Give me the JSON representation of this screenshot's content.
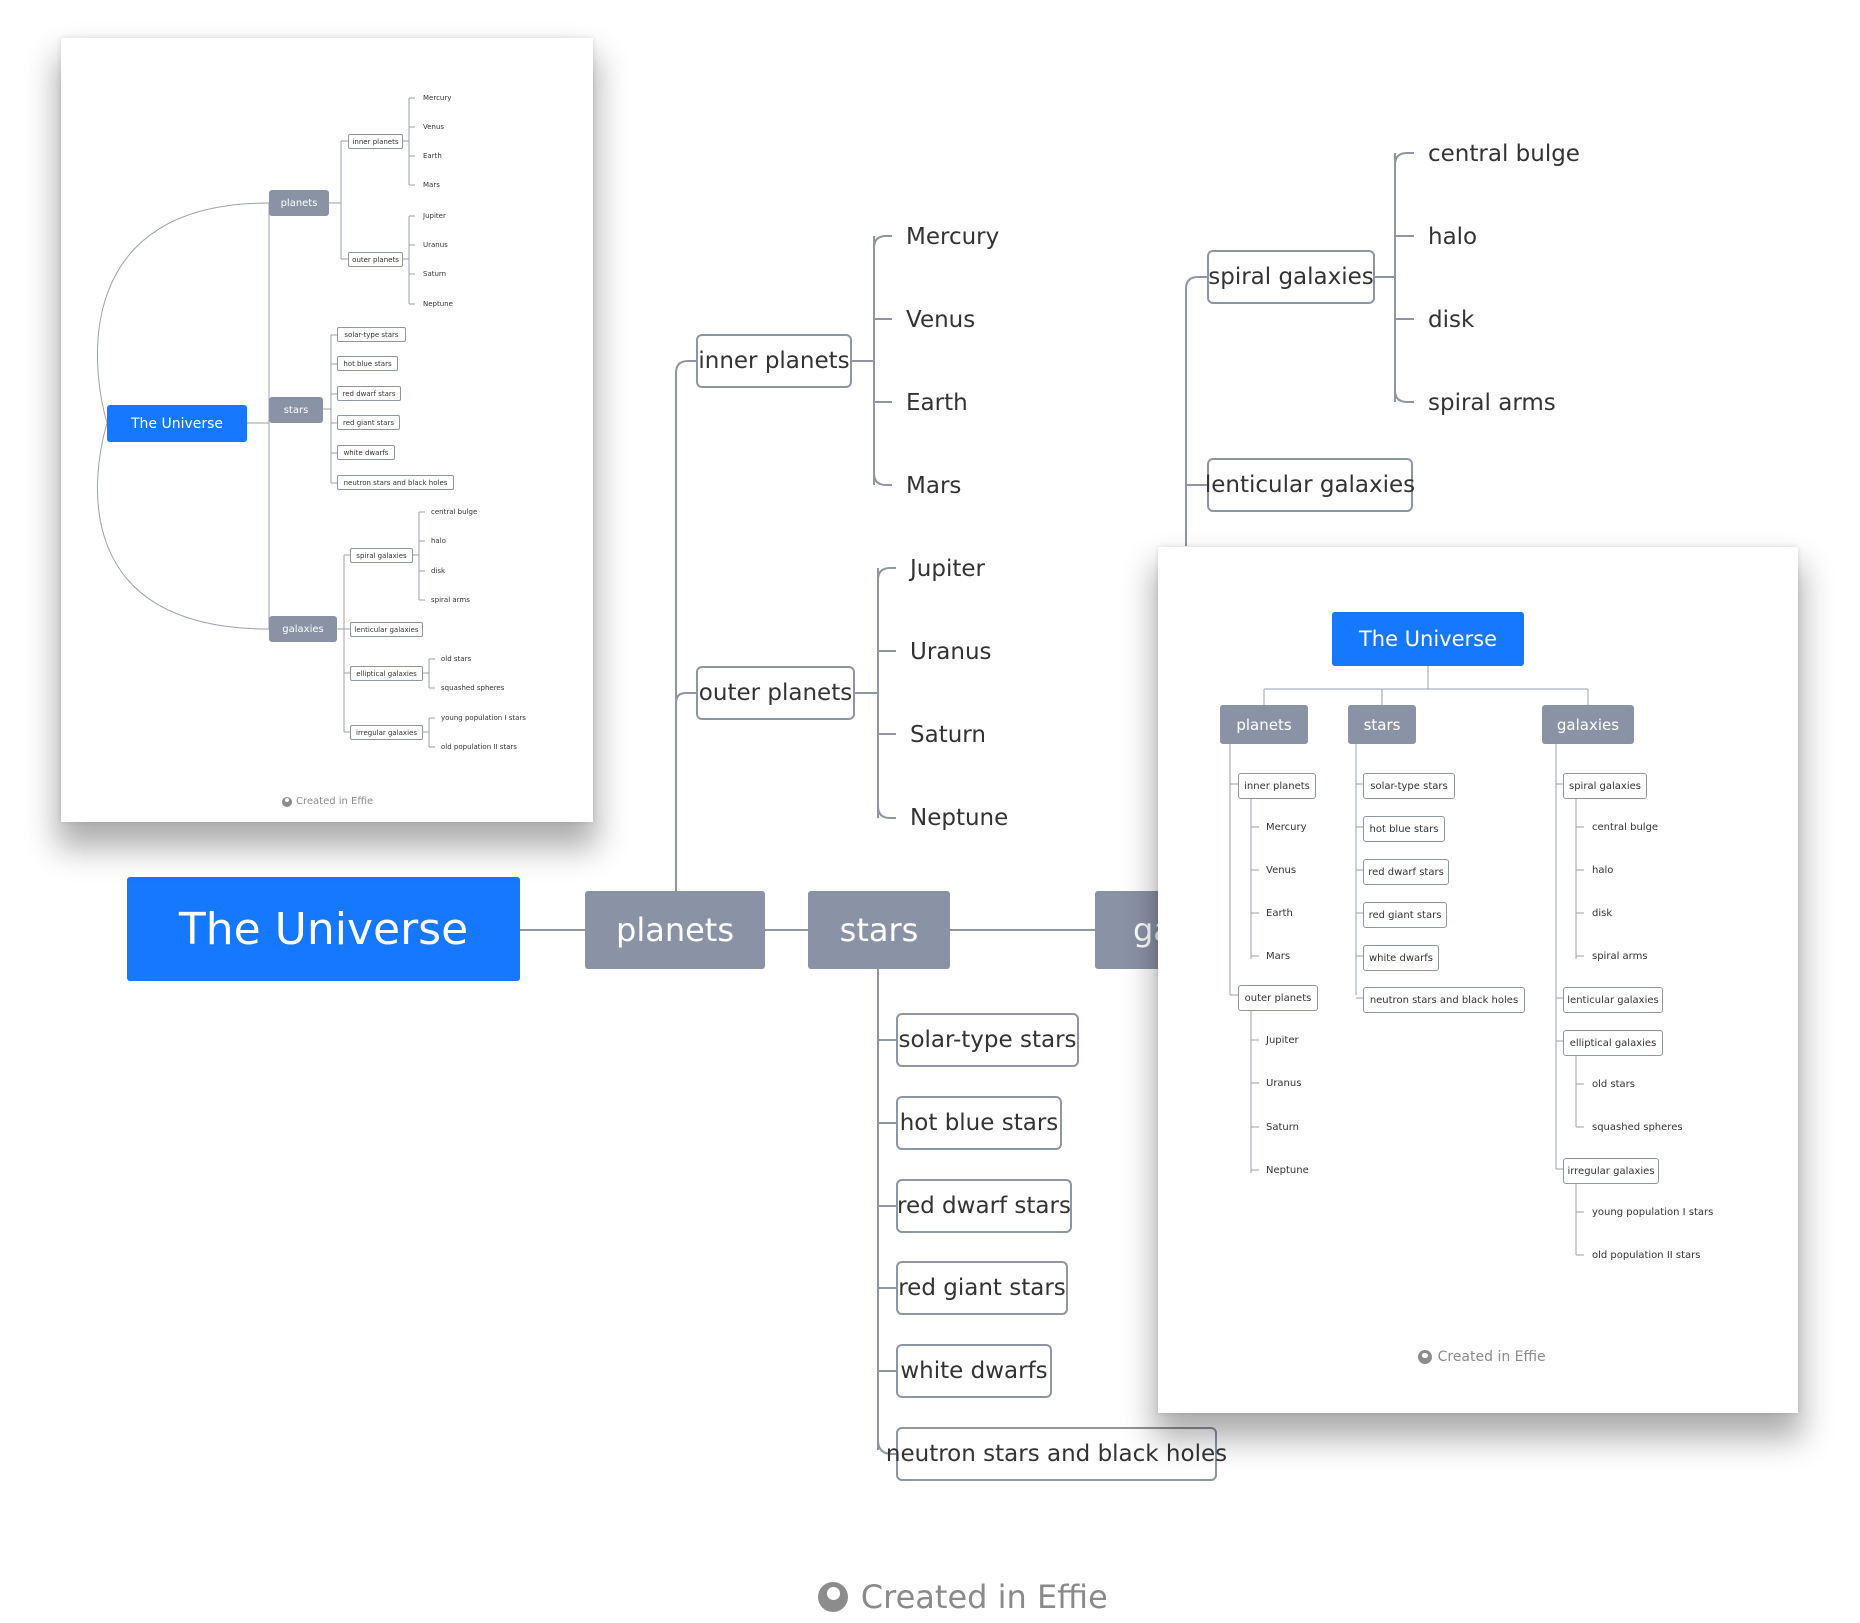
{
  "root": "The Universe",
  "main": {
    "categories": {
      "planets": "planets",
      "stars": "stars",
      "galaxies": "galaxies"
    },
    "planets": {
      "inner_label": "inner planets",
      "inner": [
        "Mercury",
        "Venus",
        "Earth",
        "Mars"
      ],
      "outer_label": "outer planets",
      "outer": [
        "Jupiter",
        "Uranus",
        "Saturn",
        "Neptune"
      ]
    },
    "stars": [
      "solar-type stars",
      "hot blue stars",
      "red dwarf stars",
      "red giant stars",
      "white dwarfs",
      "neutron stars and black holes"
    ],
    "galaxies": {
      "spiral_label": "spiral galaxies",
      "spiral": [
        "central bulge",
        "halo",
        "disk",
        "spiral arms"
      ],
      "lenticular_label": "lenticular galaxies"
    },
    "credit": "Created in Effie"
  },
  "preview_left": {
    "root": "The Universe",
    "categories": [
      "planets",
      "stars",
      "galaxies"
    ],
    "inner_label": "inner planets",
    "inner": [
      "Mercury",
      "Venus",
      "Earth",
      "Mars"
    ],
    "outer_label": "outer planets",
    "outer": [
      "Jupiter",
      "Uranus",
      "Saturn",
      "Neptune"
    ],
    "stars": [
      "solar-type stars",
      "hot blue stars",
      "red dwarf stars",
      "red giant stars",
      "white dwarfs",
      "neutron stars and black holes"
    ],
    "spiral_label": "spiral galaxies",
    "spiral": [
      "central bulge",
      "halo",
      "disk",
      "spiral arms"
    ],
    "lenticular_label": "lenticular galaxies",
    "elliptical_label": "elliptical galaxies",
    "elliptical": [
      "old stars",
      "squashed spheres"
    ],
    "irregular_label": "irregular galaxies",
    "irregular": [
      "young population I stars",
      "old population II stars"
    ],
    "credit": "Created in Effie"
  },
  "preview_right": {
    "root": "The Universe",
    "categories": [
      "planets",
      "stars",
      "galaxies"
    ],
    "inner_label": "inner planets",
    "inner": [
      "Mercury",
      "Venus",
      "Earth",
      "Mars"
    ],
    "outer_label": "outer planets",
    "outer": [
      "Jupiter",
      "Uranus",
      "Saturn",
      "Neptune"
    ],
    "stars": [
      "solar-type stars",
      "hot blue stars",
      "red dwarf stars",
      "red giant stars",
      "white dwarfs",
      "neutron stars and black holes"
    ],
    "spiral_label": "spiral galaxies",
    "spiral": [
      "central bulge",
      "halo",
      "disk",
      "spiral arms"
    ],
    "lenticular_label": "lenticular galaxies",
    "elliptical_label": "elliptical galaxies",
    "elliptical": [
      "old stars",
      "squashed spheres"
    ],
    "irregular_label": "irregular galaxies",
    "irregular": [
      "young population I stars",
      "old population II stars"
    ],
    "credit": "Created in Effie"
  },
  "colors": {
    "root": "#1677ff",
    "category": "#8a93a6",
    "line": "#8e95a3",
    "credit": "#8a8a8a"
  },
  "icons": {
    "credit_logo": "effie-logo-icon"
  }
}
